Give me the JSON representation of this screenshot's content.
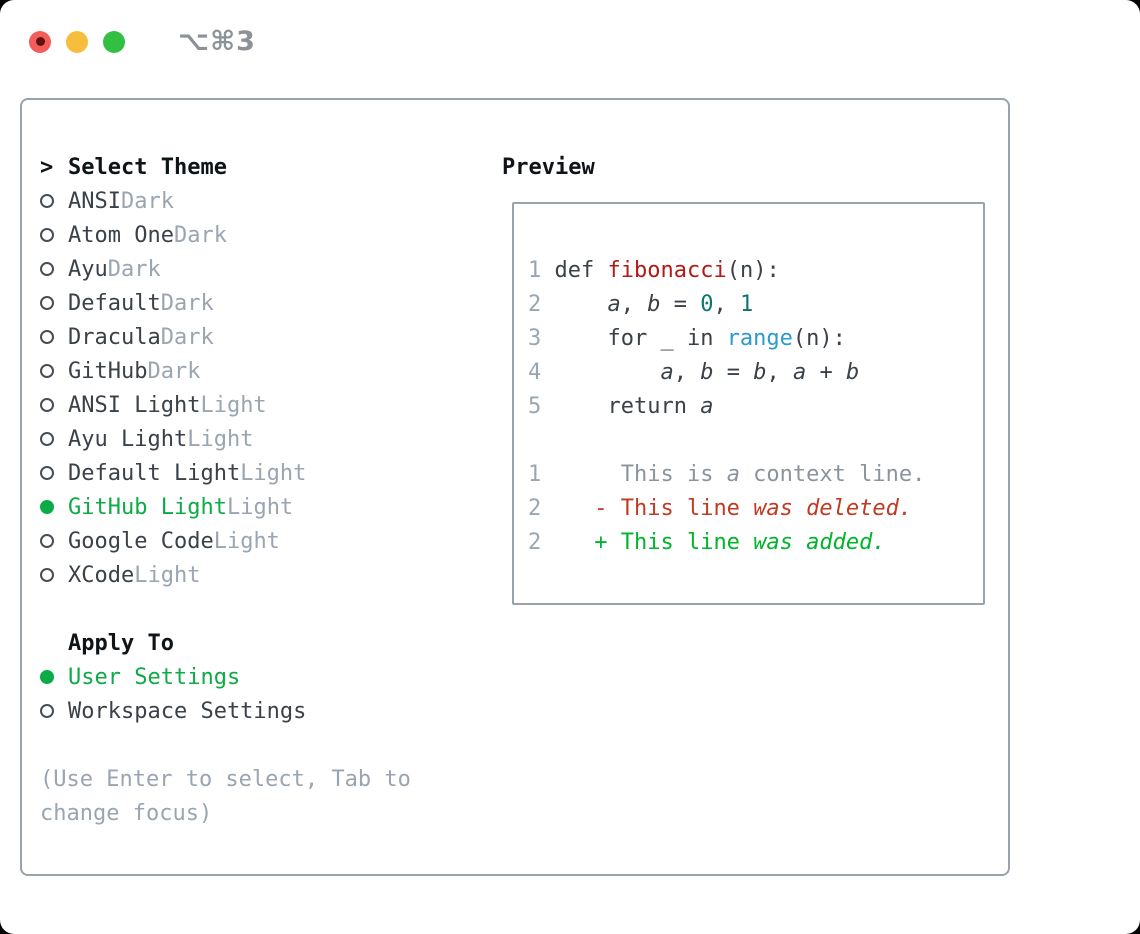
{
  "window": {
    "title": "⌥⌘3"
  },
  "theme_selector": {
    "header": "Select Theme",
    "cursor": ">",
    "themes": [
      {
        "name": "ANSI",
        "variant": "Dark",
        "selected": false
      },
      {
        "name": "Atom One",
        "variant": "Dark",
        "selected": false
      },
      {
        "name": "Ayu",
        "variant": "Dark",
        "selected": false
      },
      {
        "name": "Default",
        "variant": "Dark",
        "selected": false
      },
      {
        "name": "Dracula",
        "variant": "Dark",
        "selected": false
      },
      {
        "name": "GitHub",
        "variant": "Dark",
        "selected": false
      },
      {
        "name": "ANSI Light",
        "variant": "Light",
        "selected": false
      },
      {
        "name": "Ayu Light",
        "variant": "Light",
        "selected": false
      },
      {
        "name": "Default Light",
        "variant": "Light",
        "selected": false
      },
      {
        "name": "GitHub Light",
        "variant": "Light",
        "selected": true
      },
      {
        "name": "Google Code",
        "variant": "Light",
        "selected": false
      },
      {
        "name": "XCode",
        "variant": "Light",
        "selected": false
      }
    ],
    "apply_to": {
      "header": "Apply To",
      "options": [
        {
          "name": "User Settings",
          "selected": true
        },
        {
          "name": "Workspace Settings",
          "selected": false
        }
      ]
    },
    "hint_lines": [
      "(Use Enter to select, Tab to",
      "change focus)"
    ]
  },
  "preview": {
    "header": "Preview",
    "lines": [
      {
        "num": "1",
        "tokens": [
          [
            "def ",
            "code"
          ],
          [
            "fibonacci",
            "func"
          ],
          [
            "(n):",
            "code"
          ]
        ]
      },
      {
        "num": "2",
        "tokens": [
          [
            "    ",
            "code"
          ],
          [
            "a",
            "var",
            true
          ],
          [
            ", ",
            "code"
          ],
          [
            "b",
            "var",
            true
          ],
          [
            " = ",
            "code"
          ],
          [
            "0",
            "num"
          ],
          [
            ", ",
            "code"
          ],
          [
            "1",
            "num"
          ]
        ]
      },
      {
        "num": "3",
        "tokens": [
          [
            "    for _ in ",
            "code"
          ],
          [
            "range",
            "builtin"
          ],
          [
            "(n):",
            "code"
          ]
        ]
      },
      {
        "num": "4",
        "tokens": [
          [
            "        ",
            "code"
          ],
          [
            "a",
            "var",
            true
          ],
          [
            ", ",
            "code"
          ],
          [
            "b",
            "var",
            true
          ],
          [
            " = ",
            "code"
          ],
          [
            "b",
            "var",
            true
          ],
          [
            ", ",
            "code"
          ],
          [
            "a",
            "var",
            true
          ],
          [
            " + ",
            "code"
          ],
          [
            "b",
            "var",
            true
          ]
        ]
      },
      {
        "num": "5",
        "tokens": [
          [
            "    return ",
            "code"
          ],
          [
            "a",
            "var",
            true
          ]
        ]
      },
      {
        "num": "",
        "tokens": []
      },
      {
        "num": "1",
        "tokens": [
          [
            "     This is ",
            "context"
          ],
          [
            "a",
            "context",
            true
          ],
          [
            " context line.",
            "context"
          ]
        ]
      },
      {
        "num": "2",
        "tokens": [
          [
            "   - This line ",
            "deleted"
          ],
          [
            "was deleted.",
            "deleted",
            true
          ]
        ]
      },
      {
        "num": "2",
        "tokens": [
          [
            "   + This line ",
            "added"
          ],
          [
            "was added.",
            "added",
            true
          ]
        ]
      }
    ]
  },
  "colors": {
    "selected_green": "#0cab45",
    "added_green": "#00b42b",
    "deleted_red": "#c23a20",
    "function_red": "#b01b17",
    "number_teal": "#0c756d",
    "builtin_blue": "#2b9ad0",
    "line_number_gray": "#9aa5b3",
    "variant_gray": "#9aa5b1",
    "panel_border": "#99a3ae"
  }
}
